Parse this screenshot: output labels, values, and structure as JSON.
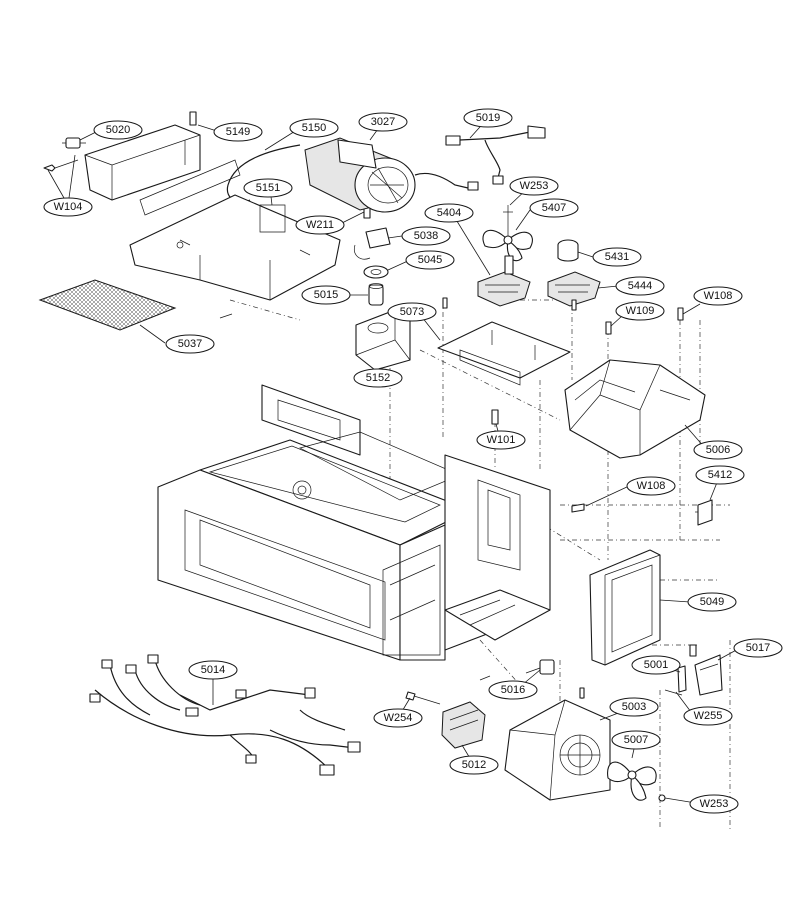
{
  "callouts": [
    {
      "id": "5020",
      "label": "5020"
    },
    {
      "id": "5149",
      "label": "5149"
    },
    {
      "id": "5150",
      "label": "5150"
    },
    {
      "id": "3027",
      "label": "3027"
    },
    {
      "id": "5019",
      "label": "5019"
    },
    {
      "id": "W253a",
      "label": "W253"
    },
    {
      "id": "W104",
      "label": "W104"
    },
    {
      "id": "5151",
      "label": "5151"
    },
    {
      "id": "W211",
      "label": "W211"
    },
    {
      "id": "5404",
      "label": "5404"
    },
    {
      "id": "5407",
      "label": "5407"
    },
    {
      "id": "5038",
      "label": "5038"
    },
    {
      "id": "5045",
      "label": "5045"
    },
    {
      "id": "5431",
      "label": "5431"
    },
    {
      "id": "5015",
      "label": "5015"
    },
    {
      "id": "5444",
      "label": "5444"
    },
    {
      "id": "W108a",
      "label": "W108"
    },
    {
      "id": "5073",
      "label": "5073"
    },
    {
      "id": "W109",
      "label": "W109"
    },
    {
      "id": "5037",
      "label": "5037"
    },
    {
      "id": "5152",
      "label": "5152"
    },
    {
      "id": "W101",
      "label": "W101"
    },
    {
      "id": "5006",
      "label": "5006"
    },
    {
      "id": "5412",
      "label": "5412"
    },
    {
      "id": "W108b",
      "label": "W108"
    },
    {
      "id": "5049",
      "label": "5049"
    },
    {
      "id": "5017",
      "label": "5017"
    },
    {
      "id": "5014",
      "label": "5014"
    },
    {
      "id": "5001",
      "label": "5001"
    },
    {
      "id": "5016",
      "label": "5016"
    },
    {
      "id": "W255",
      "label": "W255"
    },
    {
      "id": "W254",
      "label": "W254"
    },
    {
      "id": "5003",
      "label": "5003"
    },
    {
      "id": "5007",
      "label": "5007"
    },
    {
      "id": "5012",
      "label": "5012"
    },
    {
      "id": "W253b",
      "label": "W253"
    }
  ]
}
